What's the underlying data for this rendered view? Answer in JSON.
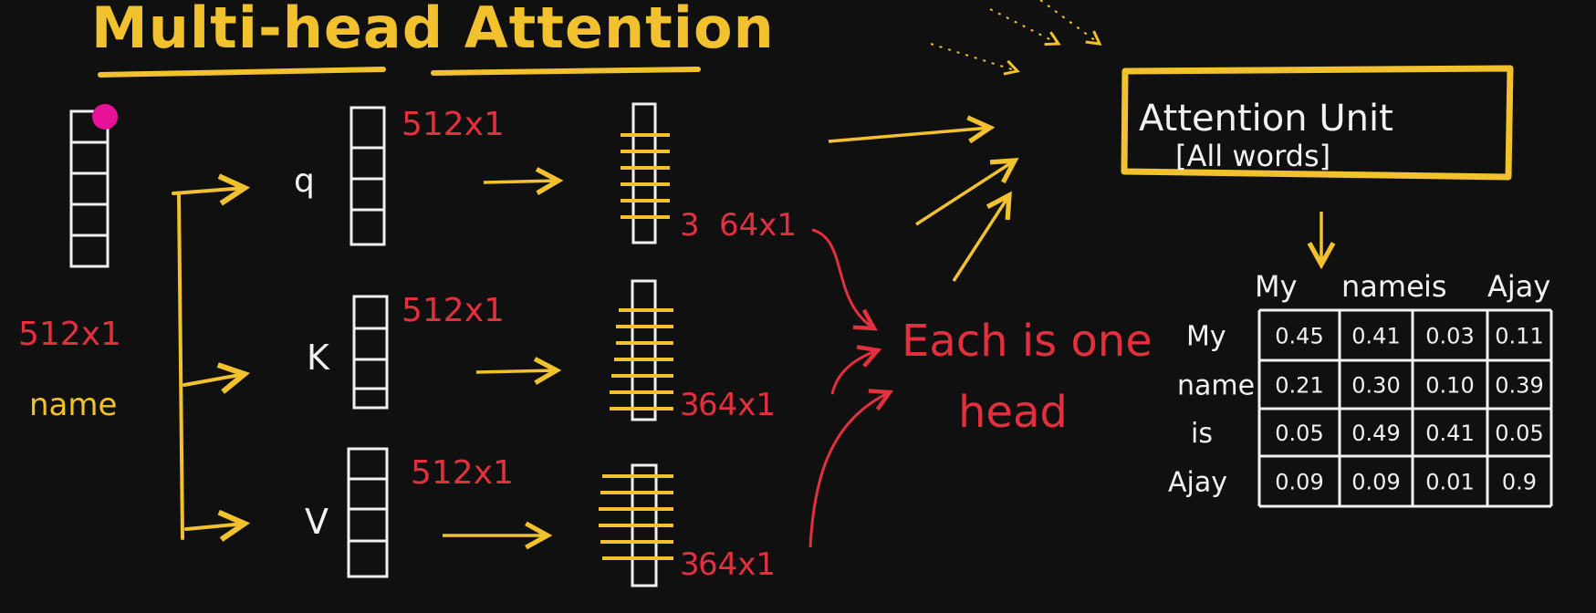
{
  "title": "Multi-head Attention",
  "colors": {
    "background": "#101010",
    "yellow": "#f2c12e",
    "red": "#e3303f",
    "white": "#f1f1f1",
    "pointer": "#e8119a"
  },
  "input": {
    "dim": "512x1",
    "word": "name"
  },
  "branches": [
    {
      "label": "q",
      "dim": "512x1",
      "proj_dim": "64x1",
      "proj_prefix": "3"
    },
    {
      "label": "K",
      "dim": "512x1",
      "proj_dim": "64x1",
      "proj_prefix": "3"
    },
    {
      "label": "V",
      "dim": "512x1",
      "proj_dim": "64x1",
      "proj_prefix": "3"
    }
  ],
  "note": {
    "line1": "Each is one",
    "line2": "head"
  },
  "attention_unit": {
    "title": "Attention Unit",
    "subtitle": "[All words]"
  },
  "matrix": {
    "columns": [
      "My",
      "name",
      "is",
      "Ajay"
    ],
    "rows": [
      {
        "label": "My",
        "values": [
          "0.45",
          "0.41",
          "0.03",
          "0.11"
        ]
      },
      {
        "label": "name",
        "values": [
          "0.21",
          "0.30",
          "0.10",
          "0.39"
        ]
      },
      {
        "label": "is",
        "values": [
          "0.05",
          "0.49",
          "0.41",
          "0.05"
        ]
      },
      {
        "label": "Ajay",
        "values": [
          "0.09",
          "0.09",
          "0.01",
          "0.9"
        ]
      }
    ]
  }
}
